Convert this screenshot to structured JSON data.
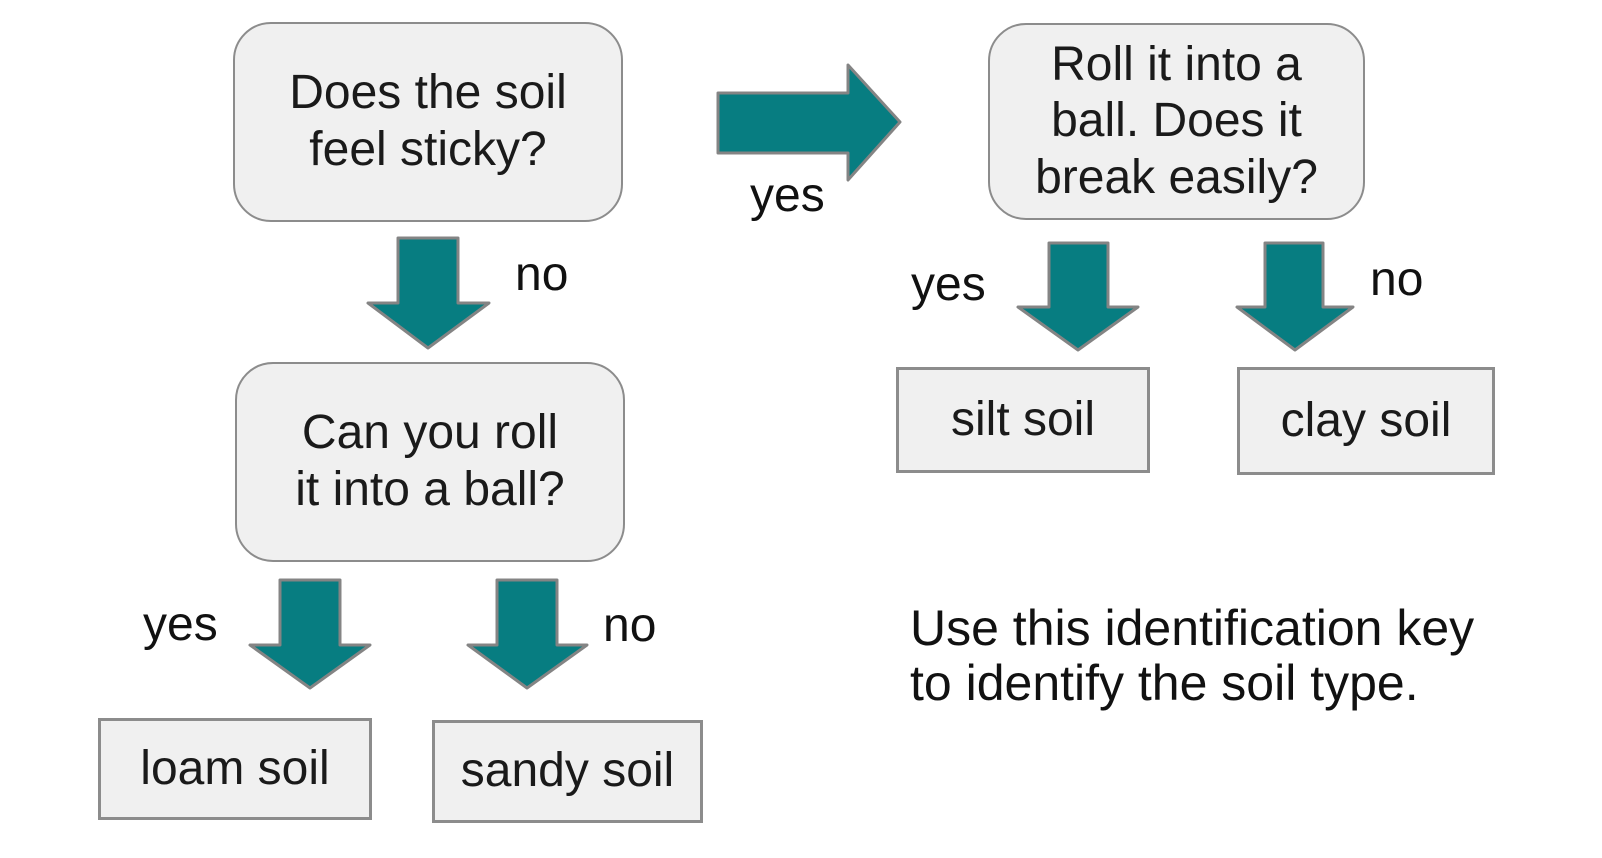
{
  "diagram": {
    "title": "soil identification key flowchart",
    "q1": {
      "text": "Does the soil\nfeel sticky?"
    },
    "q2": {
      "text": "Roll it into a\nball. Does it\nbreak easily?"
    },
    "q3": {
      "text": "Can you roll\nit into a ball?"
    },
    "results": {
      "silt": "silt soil",
      "clay": "clay soil",
      "loam": "loam soil",
      "sandy": "sandy soil"
    },
    "labels": {
      "q1_yes": "yes",
      "q1_no": "no",
      "q3_yes": "yes",
      "q3_no": "no",
      "q2_yes": "yes",
      "q2_no": "no"
    },
    "note": "Use this identification key\nto identify the soil type.",
    "edges": [
      {
        "from": "q1",
        "answer": "yes",
        "to": "q2",
        "direction": "right"
      },
      {
        "from": "q1",
        "answer": "no",
        "to": "q3",
        "direction": "down"
      },
      {
        "from": "q3",
        "answer": "yes",
        "to": "loam soil",
        "direction": "down"
      },
      {
        "from": "q3",
        "answer": "no",
        "to": "sandy soil",
        "direction": "down"
      },
      {
        "from": "q2",
        "answer": "yes",
        "to": "silt soil",
        "direction": "down"
      },
      {
        "from": "q2",
        "answer": "no",
        "to": "clay soil",
        "direction": "down"
      }
    ]
  },
  "colors": {
    "arrow_fill": "#077d81",
    "arrow_stroke": "#848484",
    "box_fill": "#f0f0f0",
    "box_border": "#8c8c8c",
    "text": "#1a1a1a",
    "background": "#ffffff"
  }
}
